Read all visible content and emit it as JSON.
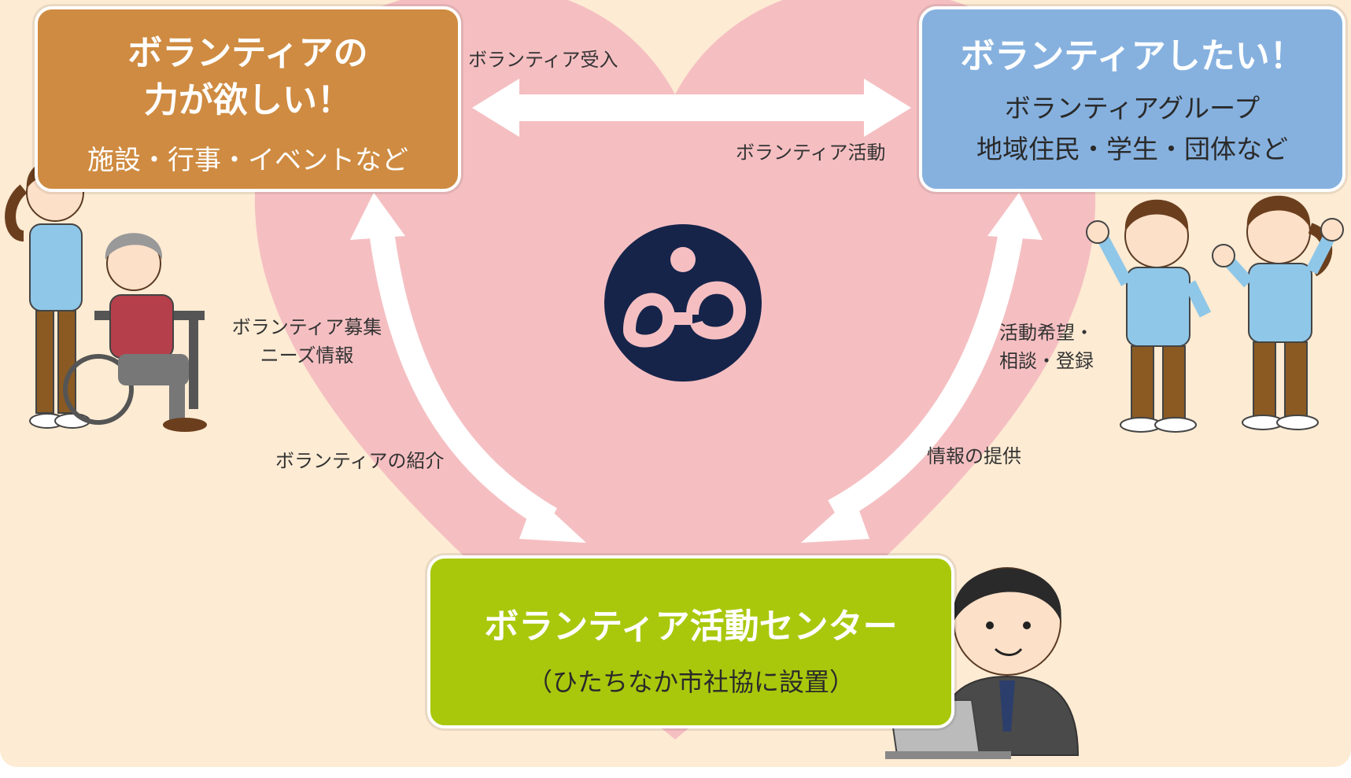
{
  "left_box": {
    "title": "ボランティアの\n力が欲しい！",
    "subtitle": "施設・行事・イベントなど"
  },
  "right_box": {
    "title": "ボランティアしたい！",
    "subtitle": "ボランティアグループ\n地域住民・学生・団体など"
  },
  "center_box": {
    "title": "ボランティア活動センター",
    "subtitle": "（ひたちなか市社協に設置）"
  },
  "labels": {
    "top_accept": "ボランティア受入",
    "top_activity": "ボランティア活動",
    "left_recruit": "ボランティア募集\nニーズ情報",
    "left_intro": "ボランティアの紹介",
    "right_request": "活動希望・\n相談・登録",
    "right_info": "情報の提供"
  },
  "colors": {
    "background": "#fdebd3",
    "heart": "#f5bfc2",
    "left_box": "#cf8b41",
    "right_box": "#86b1df",
    "center_box": "#a9c80c",
    "logo": "#16244a",
    "arrow": "#ffffff"
  },
  "icons": {
    "center_logo": "social-welfare-council-logo",
    "left_illustration": "caregiver-with-wheelchair-elder",
    "right_illustration": "cheering-volunteers",
    "bottom_illustration": "office-worker-at-laptop"
  }
}
